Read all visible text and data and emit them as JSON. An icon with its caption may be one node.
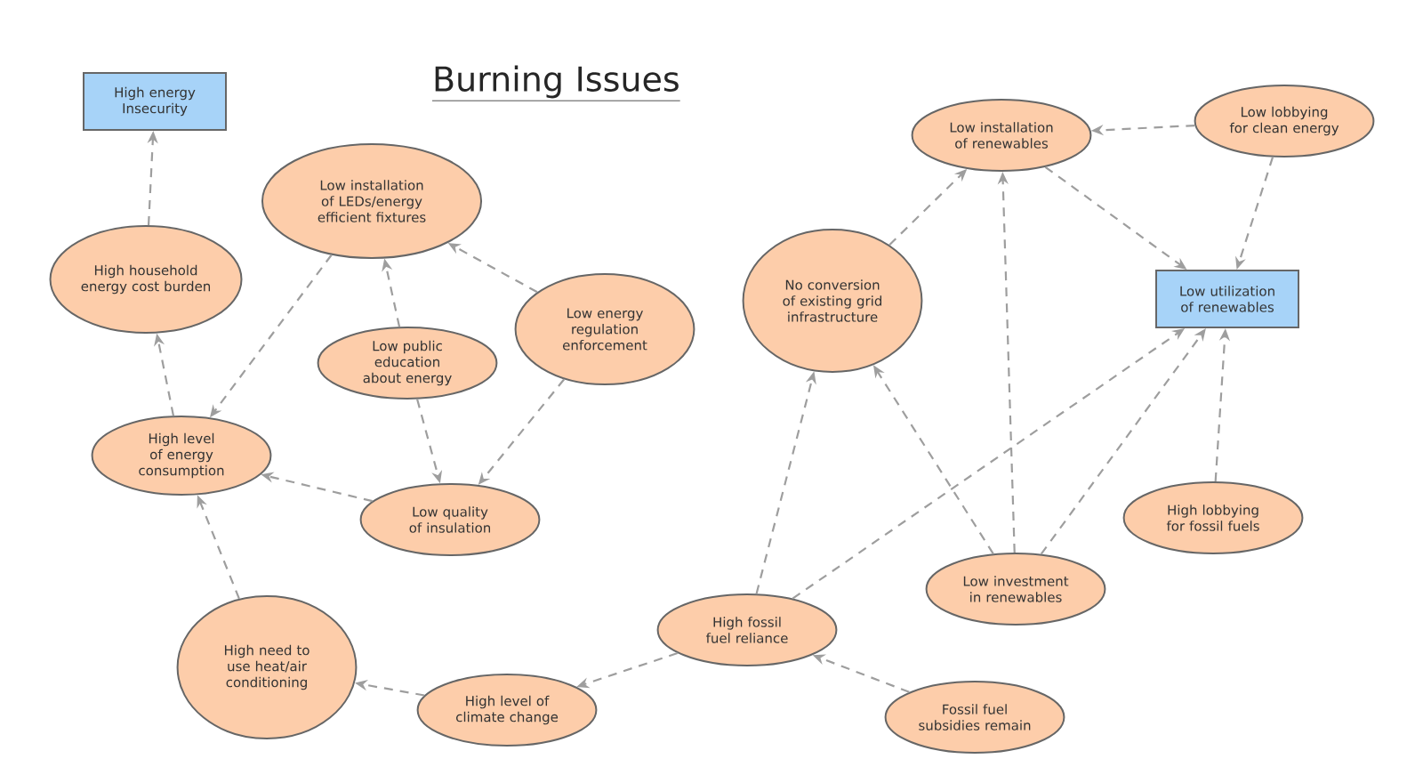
{
  "diagram": {
    "title": "Burning Issues",
    "nodes": [
      {
        "text": [
          "High energy Insecurity"
        ]
      },
      {
        "text": [
          "Low installation of LEDs/energy efficient fixtures"
        ]
      },
      {
        "text": [
          "High household energy cost burden"
        ]
      },
      {
        "text": [
          "Low energy regulation enforcement"
        ]
      },
      {
        "text": [
          "Low public education about energy"
        ]
      },
      {
        "text": [
          "High level of energy consumption"
        ]
      },
      {
        "text": [
          "Low quality of insulation"
        ]
      },
      {
        "text": [
          "Low installation of renewables"
        ]
      },
      {
        "text": [
          "Low lobbying for clean energy"
        ]
      },
      {
        "text": [
          "No conversion of existing grid infrastructure"
        ]
      },
      {
        "text": [
          "Low utilization of renewables"
        ]
      },
      {
        "text": [
          "High lobbying for fossil fuels"
        ]
      },
      {
        "text": [
          "Low investment in renewables"
        ]
      },
      {
        "text": [
          "High need to use heat/air conditioning"
        ]
      },
      {
        "text": [
          "High fossil fuel reliance"
        ]
      },
      {
        "text": [
          "High level of climate change"
        ]
      },
      {
        "text": [
          "Fossil fuel subsidies remain"
        ]
      }
    ],
    "edges": [
      {
        "from": 2,
        "to": 0,
        "arrow": "to"
      },
      {
        "from": 1,
        "to": 5,
        "arrow": "to"
      },
      {
        "from": 4,
        "to": 1,
        "arrow": "to"
      },
      {
        "from": 3,
        "to": 1,
        "arrow": "to"
      },
      {
        "from": 4,
        "to": 6,
        "arrow": "to"
      },
      {
        "from": 3,
        "to": 6,
        "arrow": "to"
      },
      {
        "from": 5,
        "to": 2,
        "arrow": "to"
      },
      {
        "from": 6,
        "to": 5,
        "arrow": "to"
      },
      {
        "from": 13,
        "to": 5,
        "arrow": "to"
      },
      {
        "from": 15,
        "to": 13,
        "arrow": "to"
      },
      {
        "from": 14,
        "to": 15,
        "arrow": "to"
      },
      {
        "from": 16,
        "to": 14,
        "arrow": "to"
      },
      {
        "from": 14,
        "to": 9,
        "arrow": "to"
      },
      {
        "from": 14,
        "to": 10,
        "arrow": "to"
      },
      {
        "from": 9,
        "to": 7,
        "arrow": "to"
      },
      {
        "from": 12,
        "to": 9,
        "arrow": "to"
      },
      {
        "from": 12,
        "to": 7,
        "arrow": "to"
      },
      {
        "from": 12,
        "to": 10,
        "arrow": "to"
      },
      {
        "from": 7,
        "to": 10,
        "arrow": "to"
      },
      {
        "from": 8,
        "to": 7,
        "arrow": "to"
      },
      {
        "from": 8,
        "to": 10,
        "arrow": "to"
      },
      {
        "from": 11,
        "to": 10,
        "arrow": "to"
      }
    ]
  }
}
